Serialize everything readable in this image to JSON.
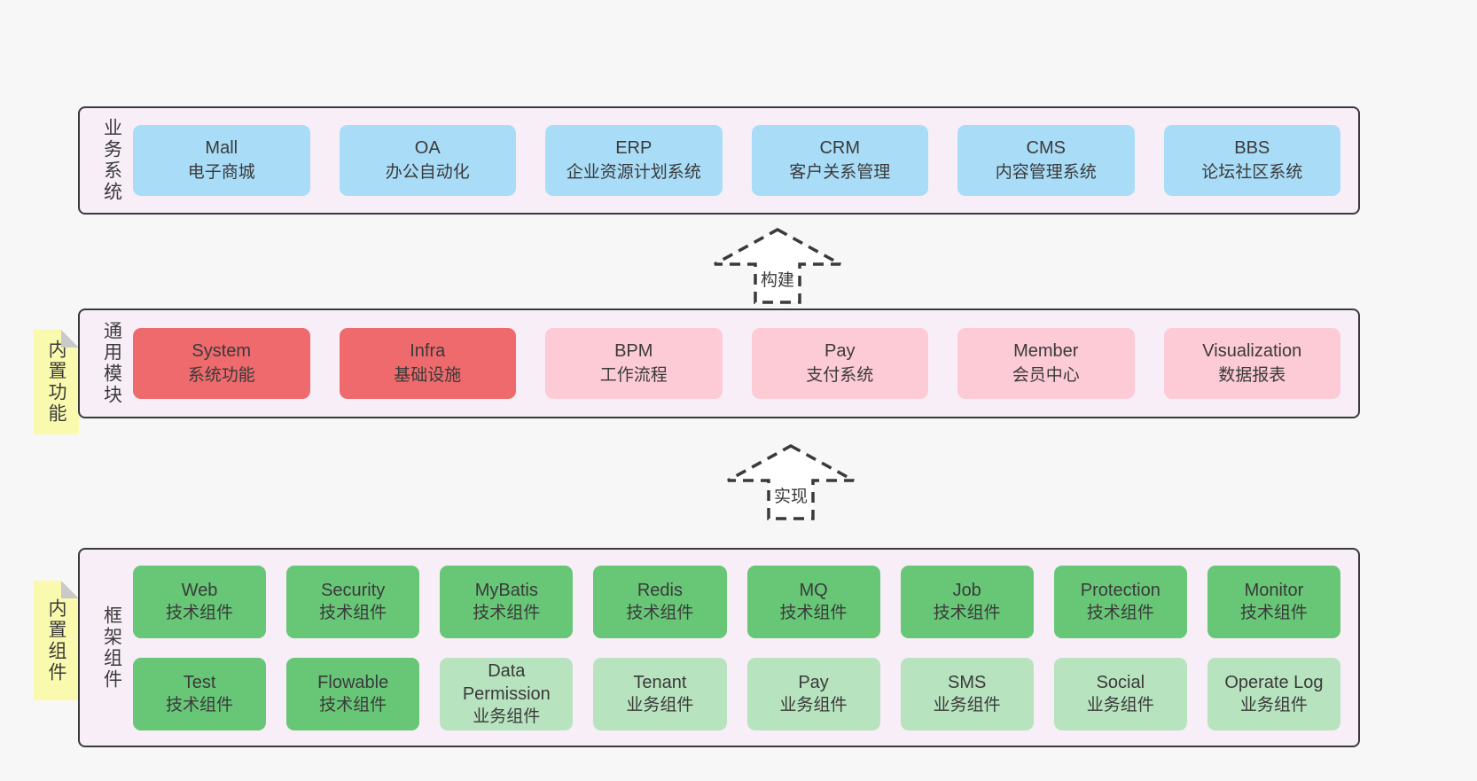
{
  "colors": {
    "page_bg": "#f7f7f7",
    "band_bg": "#f8eef7",
    "border": "#3a3a3a",
    "text": "#3a3a3a",
    "blue": "#a9dcf7",
    "red": "#ee6a6d",
    "pink": "#fccbd6",
    "green": "#68c677",
    "lightgreen": "#b8e3bf",
    "sticky": "#fafaae",
    "fold": "#c9c9c9"
  },
  "arrows": [
    {
      "label": "构建"
    },
    {
      "label": "实现"
    }
  ],
  "bands": [
    {
      "label": "业务系统",
      "rows": [
        [
          {
            "title": "Mall",
            "subtitle": "电子商城"
          },
          {
            "title": "OA",
            "subtitle": "办公自动化"
          },
          {
            "title": "ERP",
            "subtitle": "企业资源计划系统"
          },
          {
            "title": "CRM",
            "subtitle": "客户关系管理"
          },
          {
            "title": "CMS",
            "subtitle": "内容管理系统"
          },
          {
            "title": "BBS",
            "subtitle": "论坛社区系统"
          }
        ]
      ]
    },
    {
      "label": "通用模块",
      "sticky": "内置功能",
      "rows": [
        [
          {
            "title": "System",
            "subtitle": "系统功能"
          },
          {
            "title": "Infra",
            "subtitle": "基础设施"
          },
          {
            "title": "BPM",
            "subtitle": "工作流程"
          },
          {
            "title": "Pay",
            "subtitle": "支付系统"
          },
          {
            "title": "Member",
            "subtitle": "会员中心"
          },
          {
            "title": "Visualization",
            "subtitle": "数据报表"
          }
        ]
      ]
    },
    {
      "label": "框架组件",
      "sticky": "内置组件",
      "rows": [
        [
          {
            "title": "Web",
            "subtitle": "技术组件"
          },
          {
            "title": "Security",
            "subtitle": "技术组件"
          },
          {
            "title": "MyBatis",
            "subtitle": "技术组件"
          },
          {
            "title": "Redis",
            "subtitle": "技术组件"
          },
          {
            "title": "MQ",
            "subtitle": "技术组件"
          },
          {
            "title": "Job",
            "subtitle": "技术组件"
          },
          {
            "title": "Protection",
            "subtitle": "技术组件"
          },
          {
            "title": "Monitor",
            "subtitle": "技术组件"
          }
        ],
        [
          {
            "title": "Test",
            "subtitle": "技术组件"
          },
          {
            "title": "Flowable",
            "subtitle": "技术组件"
          },
          {
            "title": "Data Permission",
            "subtitle": "业务组件"
          },
          {
            "title": "Tenant",
            "subtitle": "业务组件"
          },
          {
            "title": "Pay",
            "subtitle": "业务组件"
          },
          {
            "title": "SMS",
            "subtitle": "业务组件"
          },
          {
            "title": "Social",
            "subtitle": "业务组件"
          },
          {
            "title": "Operate Log",
            "subtitle": "业务组件"
          }
        ]
      ]
    }
  ]
}
